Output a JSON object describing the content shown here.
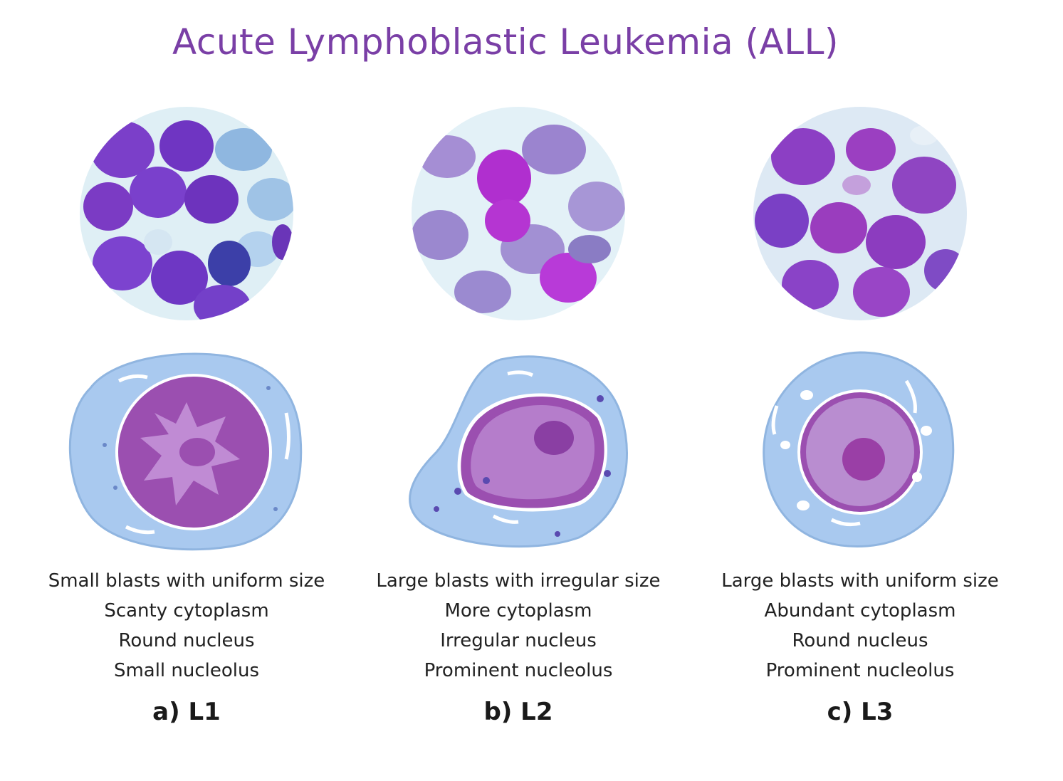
{
  "title": "Acute Lymphoblastic Leukemia (ALL)",
  "colors": {
    "title": "#7a3fa6",
    "cytoplasm": "#a9c9ef",
    "nucleus": "#9b4fb0",
    "nucleolus": "#7d2e93",
    "stain_bg": "#dfeff5",
    "blast": "#7a3fc8"
  },
  "panels": [
    {
      "label": "a) L1",
      "lines": [
        "Small blasts with uniform size",
        "Scanty cytoplasm",
        "Round nucleus",
        "Small nucleolus"
      ],
      "micro_icon": "blood-smear-l1",
      "diagram_icon": "cell-l1"
    },
    {
      "label": "b) L2",
      "lines": [
        "Large blasts with irregular size",
        "More cytoplasm",
        "Irregular nucleus",
        "Prominent nucleolus"
      ],
      "micro_icon": "blood-smear-l2",
      "diagram_icon": "cell-l2"
    },
    {
      "label": "c) L3",
      "lines": [
        "Large blasts with uniform size",
        "Abundant cytoplasm",
        "Round nucleus",
        "Prominent nucleolus"
      ],
      "micro_icon": "blood-smear-l3",
      "diagram_icon": "cell-l3"
    }
  ]
}
